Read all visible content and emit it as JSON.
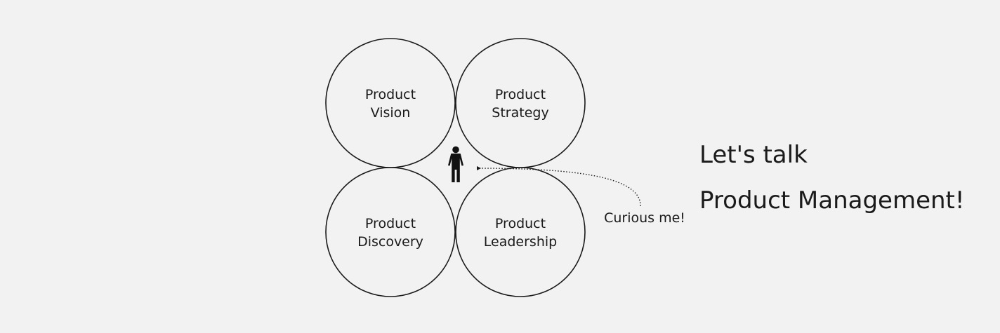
{
  "circles": [
    {
      "line1": "Product",
      "line2": "Vision"
    },
    {
      "line1": "Product",
      "line2": "Strategy"
    },
    {
      "line1": "Product",
      "line2": "Discovery"
    },
    {
      "line1": "Product",
      "line2": "Leadership"
    }
  ],
  "annotation": "Curious me!",
  "headline": {
    "line1": "Let's talk",
    "line2": "Product Management!"
  },
  "icons": {
    "person": "person-icon",
    "arrow": "dotted-arrow"
  },
  "colors": {
    "background": "#f2f2f2",
    "ink": "#1a1a1a"
  }
}
